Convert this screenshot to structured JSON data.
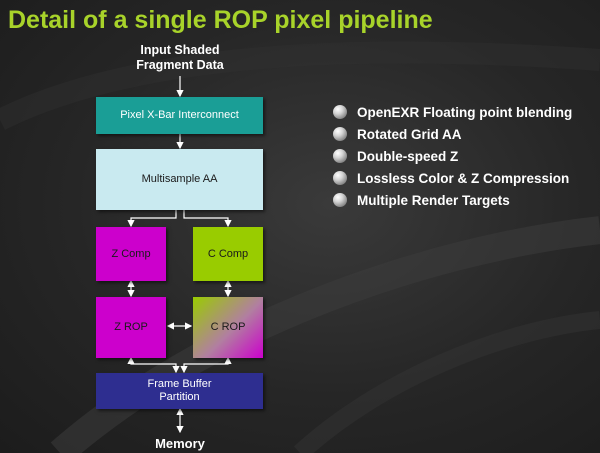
{
  "title": "Detail of a single ROP pixel pipeline",
  "input_label_line1": "Input Shaded",
  "input_label_line2": "Fragment Data",
  "boxes": {
    "xbar": "Pixel X-Bar Interconnect",
    "msaa": "Multisample AA",
    "zcomp": "Z Comp",
    "ccomp": "C Comp",
    "zrop": "Z ROP",
    "crop": "C ROP",
    "fb_line1": "Frame Buffer",
    "fb_line2": "Partition"
  },
  "output_label": "Memory",
  "features": [
    "OpenEXR Floating point blending",
    "Rotated Grid AA",
    "Double-speed Z",
    "Lossless Color & Z Compression",
    "Multiple Render Targets"
  ],
  "colors": {
    "title": "#a8d32a",
    "xbar": "#1a9e96",
    "msaa": "#c9eaf0",
    "zcomp": "#cc00cc",
    "ccomp": "#99cc00",
    "fb": "#2e2e90"
  }
}
